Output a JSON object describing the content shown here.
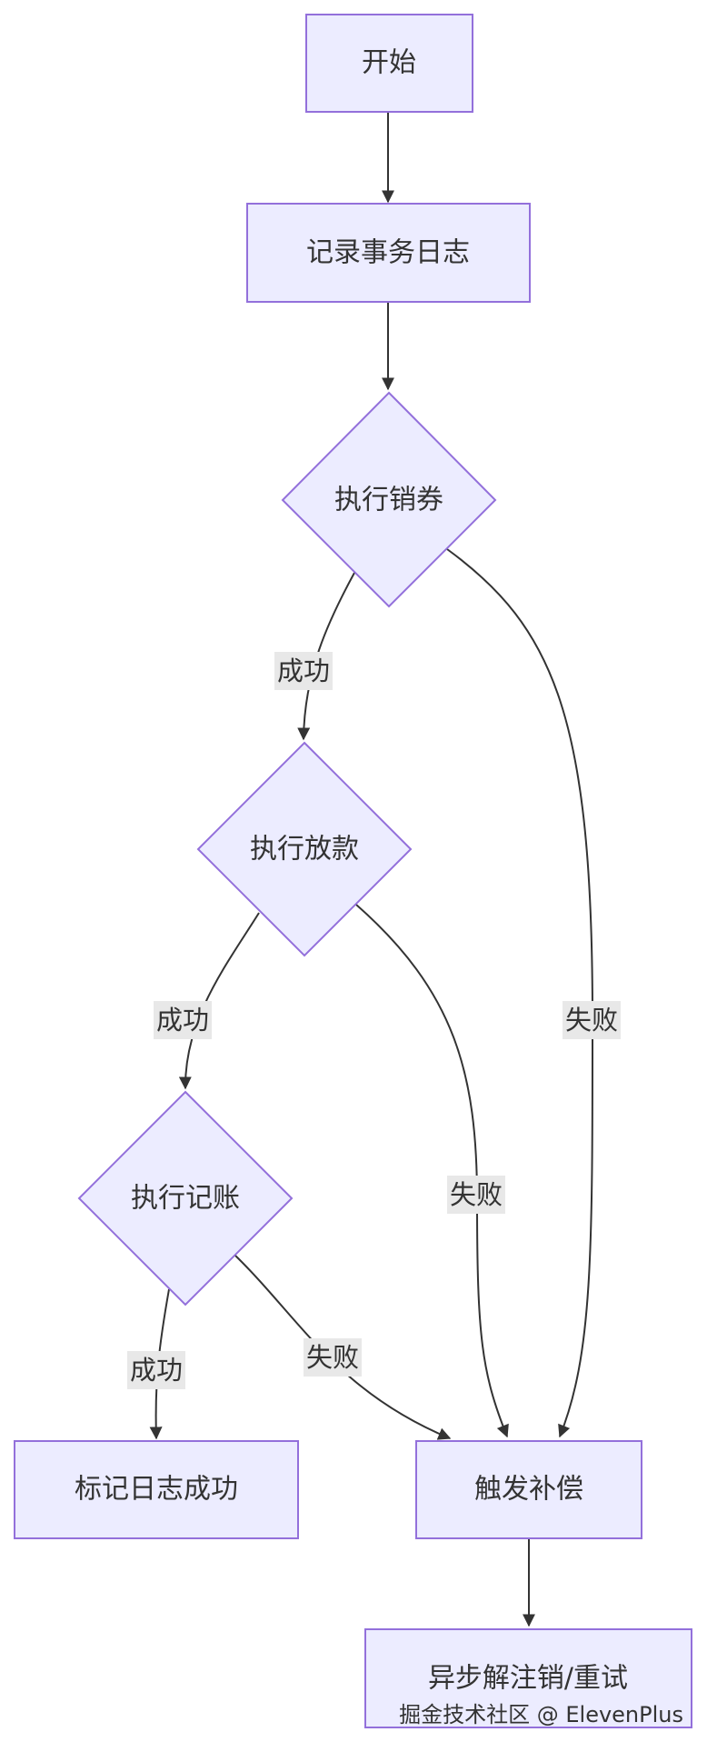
{
  "nodes": {
    "start": "开始",
    "log": "记录事务日志",
    "redeem": "执行销券",
    "loan": "执行放款",
    "account": "执行记账",
    "mark_success": "标记日志成功",
    "compensate": "触发补偿",
    "async_retry": "异步解注销/重试"
  },
  "edge_labels": {
    "redeem_success": "成功",
    "redeem_fail": "失败",
    "loan_success": "成功",
    "loan_fail": "失败",
    "account_success": "成功",
    "account_fail": "失败"
  },
  "watermark": "掘金技术社区 @ ElevenPlus",
  "colors": {
    "node_fill": "#ececff",
    "node_stroke": "#9370db",
    "edge": "#333333",
    "edge_label_bg": "#e8e8e8"
  }
}
